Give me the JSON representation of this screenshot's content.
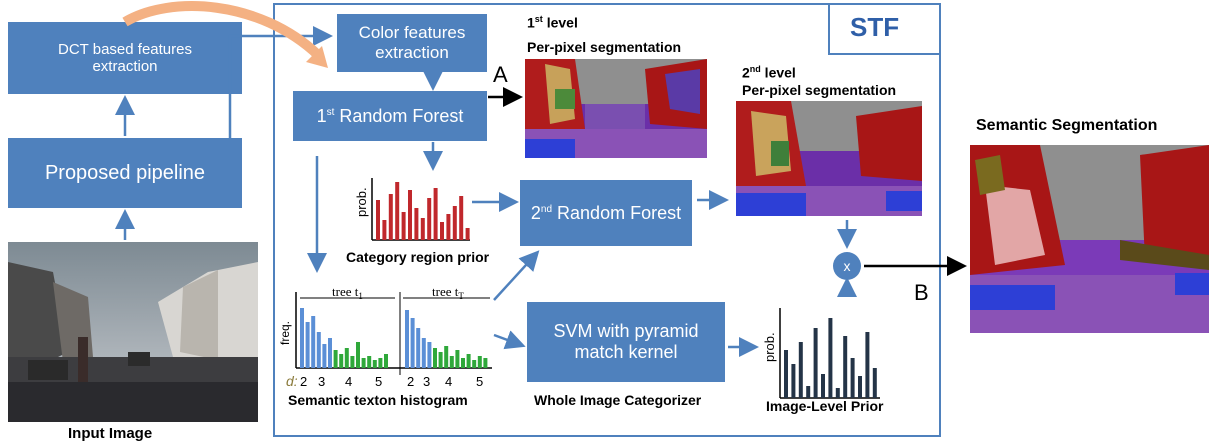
{
  "left": {
    "dct_box": "DCT based features extraction",
    "pipeline_box": "Proposed pipeline",
    "input_label": "Input Image"
  },
  "stf": {
    "tag": "STF",
    "color_box": "Color features extraction",
    "rf1_pre": "1",
    "rf1_sup": "st",
    "rf1_post": " Random Forest",
    "rf2_pre": "2",
    "rf2_sup": "nd",
    "rf2_post": " Random Forest",
    "svm_box": "SVM with pyramid match kernel",
    "level1_pre": "1",
    "level1_sup": "st",
    "level1_post": " level",
    "level1_sub": "Per-pixel segmentation",
    "level2_pre": "2",
    "level2_sup": "nd",
    "level2_post": " level",
    "level2_sub": "Per-pixel segmentation",
    "cat_prior": "Category region prior",
    "texton_hist": "Semantic texton histogram",
    "whole_img": "Whole Image Categorizer",
    "img_prior": "Image-Level Prior",
    "prob": "prob.",
    "freq": "freq.",
    "tree1": "tree t",
    "tree1_sub": "1",
    "treeT": "tree t",
    "treeT_sub": "T",
    "d_label": "d:",
    "depths": [
      "2",
      "3",
      "4",
      "5",
      "2",
      "3",
      "4",
      "5"
    ],
    "mult": "x"
  },
  "right": {
    "label_a": "A",
    "label_b": "B",
    "semantic_title": "Semantic Segmentation"
  },
  "chart_colors": {
    "box": "#4f81bd",
    "red_bars": "#c0282c",
    "dark_bars": "#243447",
    "blue_bars": "#5b8fd6",
    "green_bars": "#2fa83a"
  }
}
